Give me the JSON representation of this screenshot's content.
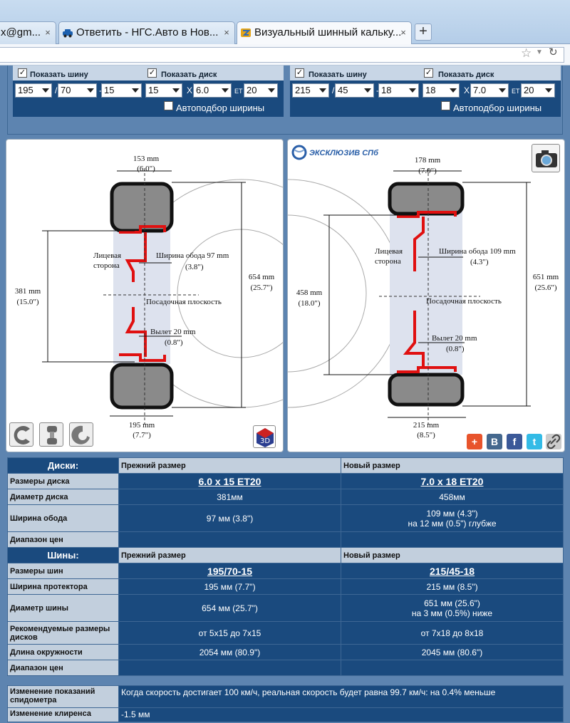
{
  "browser": {
    "tabs": [
      {
        "label": "x@gm...",
        "active": false
      },
      {
        "label": "Ответить - НГС.Авто в Нов...",
        "active": false
      },
      {
        "label": "Визуальный шинный кальку...",
        "active": true
      }
    ],
    "new_tab_label": "+",
    "close_glyph": "×"
  },
  "selector": {
    "show_tire": "Показать шину",
    "show_disc": "Показать диск",
    "auto_width": "Автоподбор ширины",
    "sep_slash": "/",
    "sep_dash": "-",
    "sep_x": "X",
    "et_label": "ET",
    "old": {
      "width": "195",
      "profile": "70",
      "radius": "15",
      "disc_d": "15",
      "disc_w": "6.0",
      "et": "20"
    },
    "new": {
      "width": "215",
      "profile": "45",
      "radius": "18",
      "disc_d": "18",
      "disc_w": "7.0",
      "et": "20"
    }
  },
  "diagram": {
    "brand": "ЭКСКЛЮЗИВ СПб",
    "face_side": "Лицевая сторона",
    "seat_plane": "Посадочная плоскость",
    "left": {
      "top_w": "153 mm",
      "top_w_in": "(6.0\")",
      "rim_w": "Ширина обода 97 mm",
      "rim_w_in": "(3.8\")",
      "disc_d": "381 mm",
      "disc_d_in": "(15.0\")",
      "tire_d": "654 mm",
      "tire_d_in": "(25.7\")",
      "offset": "Вылет 20 mm",
      "offset_in": "(0.8\")",
      "bottom_w": "195 mm",
      "bottom_w_in": "(7.7\")"
    },
    "right": {
      "top_w": "178 mm",
      "top_w_in": "(7.0\")",
      "rim_w": "Ширина обода 109 mm",
      "rim_w_in": "(4.3\")",
      "disc_d": "458 mm",
      "disc_d_in": "(18.0\")",
      "tire_d": "651 mm",
      "tire_d_in": "(25.6\")",
      "offset": "Вылет 20 mm",
      "offset_in": "(0.8\")",
      "bottom_w": "215 mm",
      "bottom_w_in": "(8.5\")"
    },
    "share": {
      "plus": "+",
      "vk": "B",
      "fb": "f",
      "tw": "t"
    }
  },
  "discs": {
    "header": "Диски:",
    "old_header": "Прежний размер",
    "new_header": "Новый размер",
    "rows": [
      {
        "label": "Размеры диска",
        "old": "6.0 x 15 ET20",
        "new": "7.0 x 18 ET20",
        "link": true
      },
      {
        "label": "Диаметр диска",
        "old": "381мм",
        "new": "458мм"
      },
      {
        "label": "Ширина обода",
        "old": "97 мм (3.8\")",
        "new": "109 мм (4.3\")",
        "new_note": "на 12 мм (0.5\") глубже"
      },
      {
        "label": "Диапазон цен",
        "old": "",
        "new": ""
      }
    ]
  },
  "tires": {
    "header": "Шины:",
    "old_header": "Прежний размер",
    "new_header": "Новый размер",
    "rows": [
      {
        "label": "Размеры шин",
        "old": "195/70-15",
        "new": "215/45-18",
        "link": true
      },
      {
        "label": "Ширина протектора",
        "old": "195 мм (7.7\")",
        "new": "215 мм (8.5\")"
      },
      {
        "label": "Диаметр шины",
        "old": "654 мм (25.7\")",
        "new": "651 мм (25.6\")",
        "new_note": "на 3 мм (0.5%) ниже"
      },
      {
        "label": "Рекомендуемые размеры дисков",
        "old": "от 5x15 до 7x15",
        "new": "от 7x18 до 8x18"
      },
      {
        "label": "Длина окружности",
        "old": "2054 мм (80.9\")",
        "new": "2045 мм (80.6\")"
      },
      {
        "label": "Диапазон цен",
        "old": "",
        "new": ""
      }
    ]
  },
  "speed": {
    "label": "Изменение показаний спидометра",
    "text": "Когда скорость достигает 100 км/ч, реальная скорость будет равна 99.7 км/ч: на 0.4% меньше",
    "clearance_label": "Изменение клиренса",
    "clearance_value": "-1.5 мм"
  }
}
